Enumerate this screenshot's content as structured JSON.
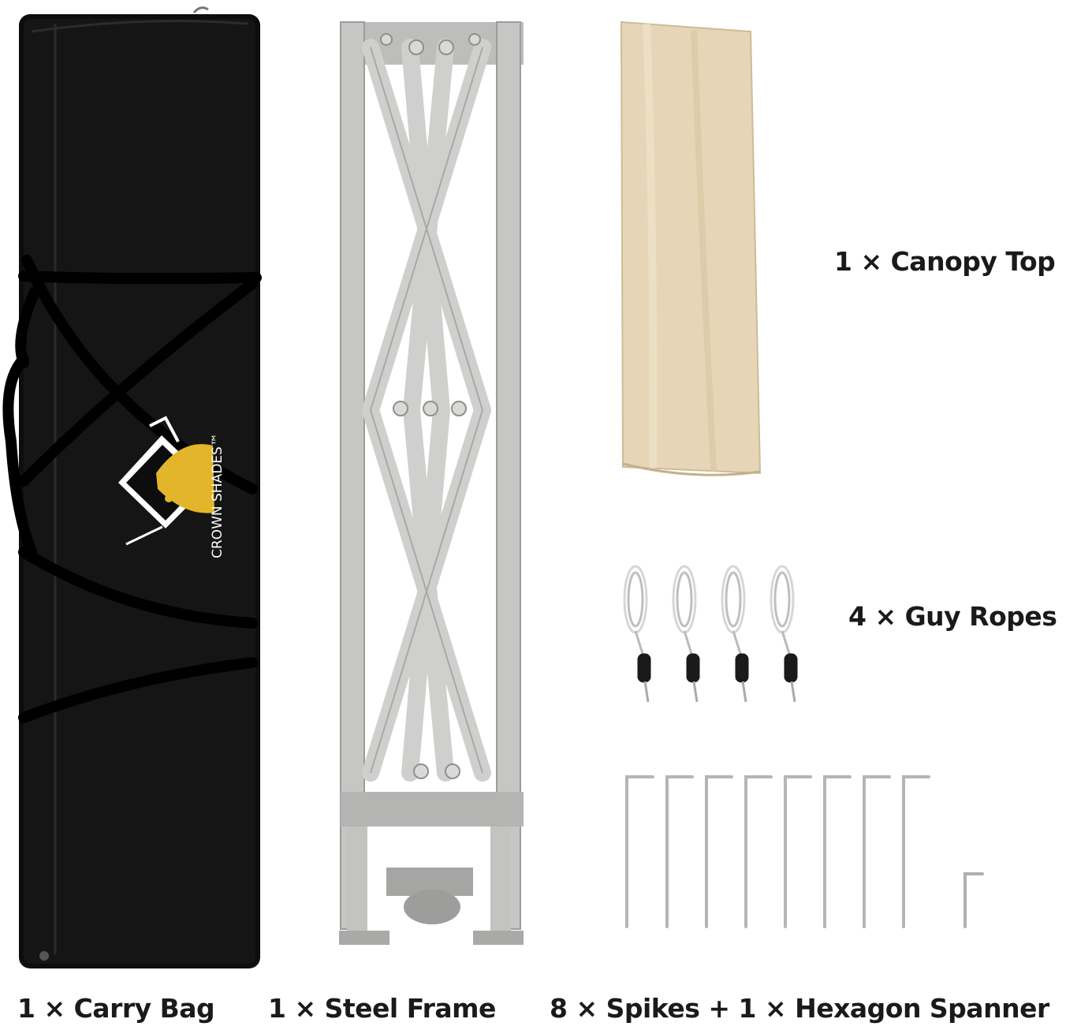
{
  "labels": {
    "canopy_top": "1 × Canopy Top",
    "guy_ropes": "4 × Guy Ropes",
    "carry_bag": "1 × Carry Bag",
    "steel_frame": "1 × Steel Frame",
    "spikes_spanner": "8 × Spikes + 1 × Hexagon Spanner"
  },
  "brand": {
    "name": "CROWN SHADES",
    "trademark": "™"
  },
  "counts": {
    "guy_ropes": 4,
    "spikes": 8,
    "hexagon_spanner": 1
  },
  "colors": {
    "bag": "#111111",
    "frame": "#c9c9c7",
    "canopy": "#e6d6b7",
    "logo_gold": "#e3b52b",
    "text": "#1a1a1a"
  }
}
